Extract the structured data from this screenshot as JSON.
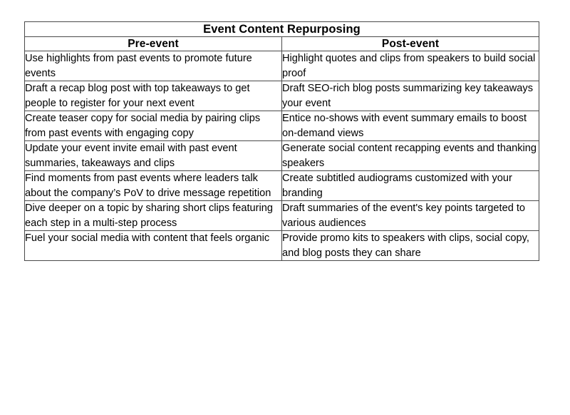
{
  "table": {
    "title": "Event Content Repurposing",
    "columns": [
      {
        "label": "Pre-event"
      },
      {
        "label": "Post-event"
      }
    ],
    "rows": [
      {
        "pre": "Use highlights from past events to promote future events",
        "post": "Highlight quotes and clips from speakers to build social proof"
      },
      {
        "pre": "Draft a recap blog post with top takeaways to get people to register for your next event",
        "post": "Draft SEO-rich blog posts summarizing key takeaways your event"
      },
      {
        "pre": "Create teaser copy for social media by pairing clips from past events with engaging copy",
        "post": "Entice no-shows with event summary emails to boost on-demand views"
      },
      {
        "pre": "Update your event invite email with past event summaries, takeaways and clips",
        "post": "Generate social content recapping events and thanking speakers"
      },
      {
        "pre": "Find moments from past events where leaders talk about the company’s PoV to drive message repetition",
        "post": "Create subtitled audiograms customized with your branding"
      },
      {
        "pre": "Dive deeper on a topic by sharing short clips featuring each step in a multi-step process",
        "post": "Draft summaries of the event's key points targeted to various audiences"
      },
      {
        "pre": "Fuel your social media with content that feels organic",
        "post": "Provide promo kits to speakers with clips, social copy, and blog posts they can share"
      }
    ]
  },
  "colors": {
    "page_background": "#ffffff",
    "cell_background": "#ffffff",
    "border": "#4a4a4a",
    "text": "#000000"
  }
}
